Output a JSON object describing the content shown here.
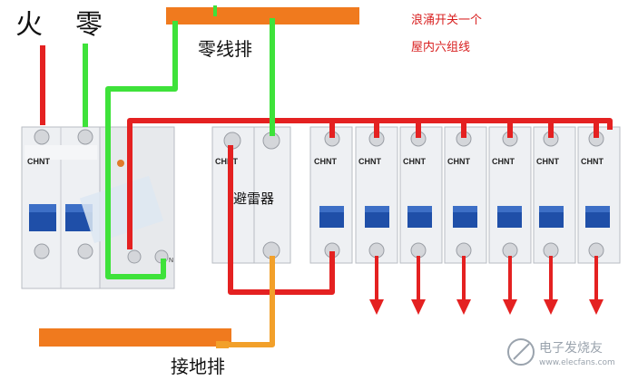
{
  "labels": {
    "live": "火",
    "neutral": "零",
    "neutral_bar": "零线排",
    "ground_bar": "接地排",
    "surge_protector": "避雷器",
    "note_line1": "浪涌开关一个",
    "note_line2": "屋内六组线"
  },
  "brand": "CHNT",
  "main_breaker_brand": "CHNT",
  "terminal_mark": "N",
  "watermark": {
    "cn": "电子发烧友",
    "url": "www.elecfans.com"
  },
  "colors": {
    "live": "#e42121",
    "neutral": "#3ee23a",
    "ground": "#f2a02a",
    "bar": "#f07a1e",
    "breaker_body": "#eef0f3",
    "toggle": "#1f4fa8"
  },
  "branch_circuits": 6
}
